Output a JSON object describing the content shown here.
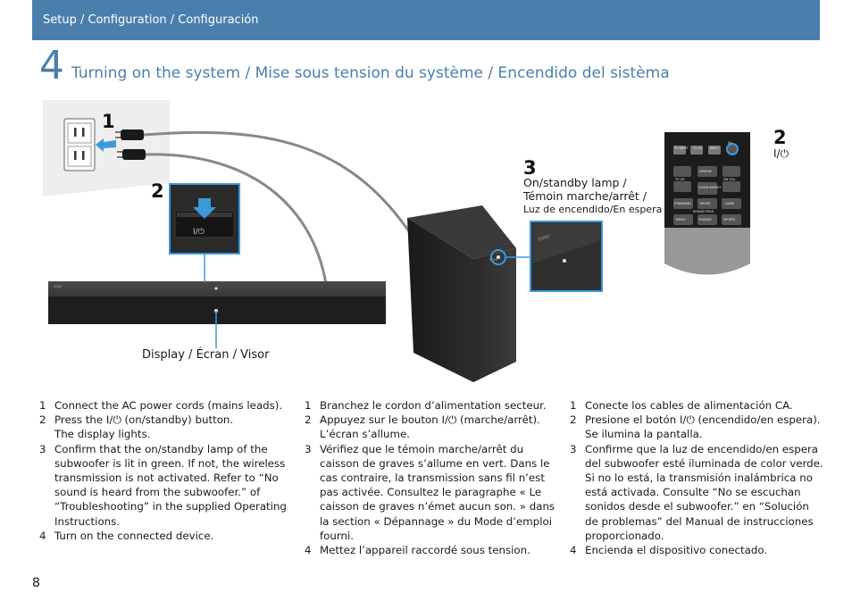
{
  "header": {
    "breadcrumb": "Setup / Configuration / Configuración"
  },
  "step": {
    "number": "4",
    "title": "Turning on the system / Mise sous tension du système / Encendido del sistèma"
  },
  "illustration": {
    "callouts": {
      "c1": "1",
      "c2": "2",
      "c3": "3",
      "remote_c2": "2"
    },
    "lamp_label": {
      "line1": "On/standby lamp /",
      "line2": "Témoin marche/arrêt /",
      "line3": "Luz de encendido/En espera"
    },
    "power_symbol": "I/⏻",
    "display_label": "Display / Écran / Visor",
    "soundbar_brand": "SONY",
    "subwoofer_brand": "SONY",
    "remote_buttons": {
      "tv_input": "TV INPUT",
      "tv_io": "TV I/⏻",
      "input": "INPUT",
      "power": "I/⏻",
      "display": "DISPLAY",
      "tv_ch": "TV CH",
      "sw_vol": "SW VOL",
      "clear_audio": "CLEAR AUDIO+",
      "standard": "STANDARD",
      "movie": "MOVIE",
      "game": "GAME",
      "sound_field": "SOUND FIELD",
      "music": "MUSIC",
      "p_audio": "P.AUDIO",
      "sports": "SPORTS"
    },
    "colors": {
      "accent": "#4a7fad",
      "callout_box": "#3a9ad9"
    }
  },
  "instructions": {
    "en": [
      {
        "n": "1",
        "text": "Connect the AC power cords (mains leads)."
      },
      {
        "n": "2",
        "text": "Press the I/⏻ (on/standby) button.\nThe display lights."
      },
      {
        "n": "3",
        "text": "Confirm that the on/standby lamp of the subwoofer is lit in green. If not, the wireless transmission is not activated. Refer to “No sound is heard from the subwoofer.” of “Troubleshooting” in the supplied Operating Instructions."
      },
      {
        "n": "4",
        "text": "Turn on the connected device."
      }
    ],
    "fr": [
      {
        "n": "1",
        "text": "Branchez le cordon d’alimentation secteur."
      },
      {
        "n": "2",
        "text": "Appuyez sur le bouton I/⏻ (marche/arrêt).\nL’écran s’allume."
      },
      {
        "n": "3",
        "text": "Vérifiez que le témoin marche/arrêt du caisson de graves s’allume en vert. Dans le cas contraire, la transmission sans fil n’est pas activée. Consultez le paragraphe « Le caisson de graves n’émet aucun son. » dans la section « Dépannage » du Mode d’emploi fourni."
      },
      {
        "n": "4",
        "text": "Mettez l’appareil raccordé sous tension."
      }
    ],
    "es": [
      {
        "n": "1",
        "text": "Conecte los cables de alimentación CA."
      },
      {
        "n": "2",
        "text": "Presione el botón I/⏻ (encendido/en espera).\nSe ilumina la pantalla."
      },
      {
        "n": "3",
        "text": "Confirme que la luz de encendido/en espera del subwoofer esté iluminada de color verde. Si no lo está, la transmisión inalámbrica no está activada. Consulte “No se escuchan sonidos desde el subwoofer.” en “Solución de problemas” del Manual de instrucciones proporcionado."
      },
      {
        "n": "4",
        "text": "Encienda el dispositivo conectado."
      }
    ]
  },
  "footer": {
    "page_number": "8"
  }
}
